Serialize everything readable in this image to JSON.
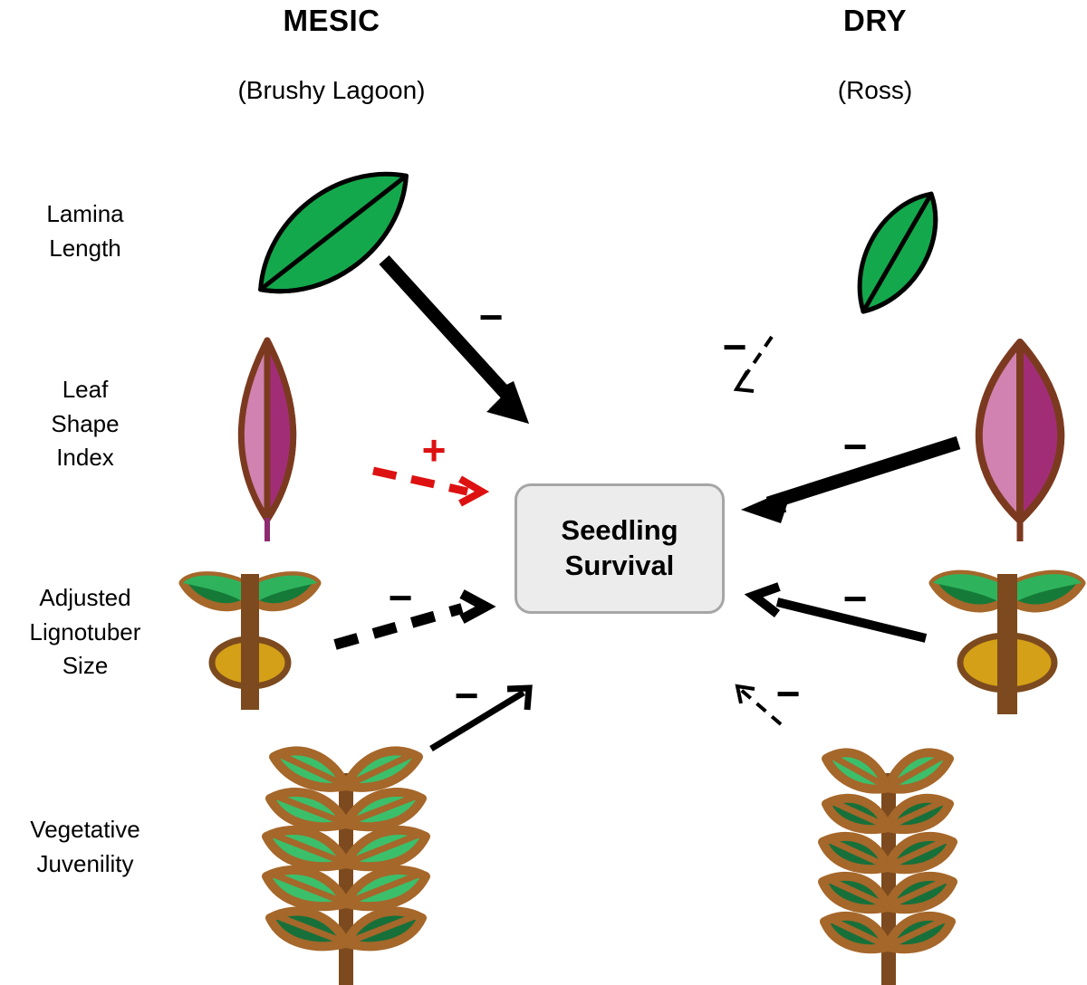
{
  "figure": {
    "title": "Seedling survival path diagram across mesic and dry sites",
    "background_color": "#ffffff"
  },
  "columns": [
    {
      "id": "mesic",
      "title": "MESIC",
      "subtitle": "(Brushy Lagoon)"
    },
    {
      "id": "dry",
      "title": "DRY",
      "subtitle": "(Ross)"
    }
  ],
  "row_labels": [
    {
      "id": "lamina-length",
      "text": "Lamina\nLength"
    },
    {
      "id": "leaf-shape-index",
      "text": "Leaf\nShape\nIndex"
    },
    {
      "id": "adjusted-lignotuber-size",
      "text": "Adjusted\nLignotuber\nSize"
    },
    {
      "id": "vegetative-juvenility",
      "text": "Vegetative\nJuvenility"
    }
  ],
  "center_node": {
    "label": "Seedling\nSurvival",
    "fill": "#ececec",
    "border": "#a6a6a6"
  },
  "paths": [
    {
      "id": "mesic-lamina-length-to-survival",
      "from": "Lamina Length",
      "to": "Seedling Survival",
      "site": "MESIC",
      "sign": "−",
      "style": "solid",
      "weight": "thick",
      "color": "#000000"
    },
    {
      "id": "mesic-leaf-shape-index-to-survival",
      "from": "Leaf Shape Index",
      "to": "Seedling Survival",
      "site": "MESIC",
      "sign": "+",
      "style": "dashed",
      "weight": "thin",
      "color": "#dd1111"
    },
    {
      "id": "mesic-lignotuber-to-survival",
      "from": "Adjusted Lignotuber Size",
      "to": "Seedling Survival",
      "site": "MESIC",
      "sign": "−",
      "style": "dashed",
      "weight": "thick",
      "color": "#000000"
    },
    {
      "id": "mesic-vegetative-juvenility-to-survival",
      "from": "Vegetative Juvenility",
      "to": "Seedling Survival",
      "site": "MESIC",
      "sign": "−",
      "style": "solid",
      "weight": "thin",
      "color": "#000000"
    },
    {
      "id": "dry-lamina-length-to-survival",
      "from": "Lamina Length",
      "to": "Seedling Survival",
      "site": "DRY",
      "sign": "−",
      "style": "dashed",
      "weight": "thin",
      "color": "#000000"
    },
    {
      "id": "dry-leaf-shape-index-to-survival",
      "from": "Leaf Shape Index",
      "to": "Seedling Survival",
      "site": "DRY",
      "sign": "−",
      "style": "solid",
      "weight": "thick",
      "color": "#000000"
    },
    {
      "id": "dry-lignotuber-to-survival",
      "from": "Adjusted Lignotuber Size",
      "to": "Seedling Survival",
      "site": "DRY",
      "sign": "−",
      "style": "solid",
      "weight": "medium",
      "color": "#000000"
    },
    {
      "id": "dry-vegetative-juvenility-to-survival",
      "from": "Vegetative Juvenility",
      "to": "Seedling Survival",
      "site": "DRY",
      "sign": "−",
      "style": "dashed",
      "weight": "thin",
      "color": "#000000"
    }
  ],
  "signs": {
    "mesic_lamina": "−",
    "mesic_leafshape": "+",
    "mesic_lignotuber": "−",
    "mesic_juvenility": "−",
    "dry_lamina": "−",
    "dry_leafshape": "−",
    "dry_lignotuber": "−",
    "dry_juvenility": "−"
  },
  "icons": {
    "mesic_lamina_leaf": "lanceolate-leaf-icon",
    "dry_lamina_leaf": "lanceolate-leaf-icon",
    "mesic_shape_leaf": "ovate-purple-leaf-icon",
    "dry_shape_leaf": "ovate-purple-leaf-icon",
    "mesic_lignotuber": "seedling-lignotuber-icon",
    "dry_lignotuber": "seedling-lignotuber-icon",
    "mesic_juvenile_plant": "juvenile-foliage-plant-icon",
    "dry_juvenile_plant": "juvenile-foliage-plant-icon"
  },
  "palette": {
    "leaf_light_green": "#14a84c",
    "leaf_dark_green": "#157a38",
    "leaf_outline_black": "#000000",
    "petal_light_pink": "#d182b0",
    "petal_dark_magenta": "#a22d77",
    "leaf_brown_outline": "#7b3a1f",
    "stem_brown": "#7c4a1e",
    "lignotuber_gold": "#d4a017",
    "juvenile_leaf_green": "#3cbf6b",
    "juvenile_leaf_dark_green": "#17703a",
    "accent_red": "#dd1111",
    "box_fill": "#ececec",
    "box_border": "#a6a6a6"
  }
}
